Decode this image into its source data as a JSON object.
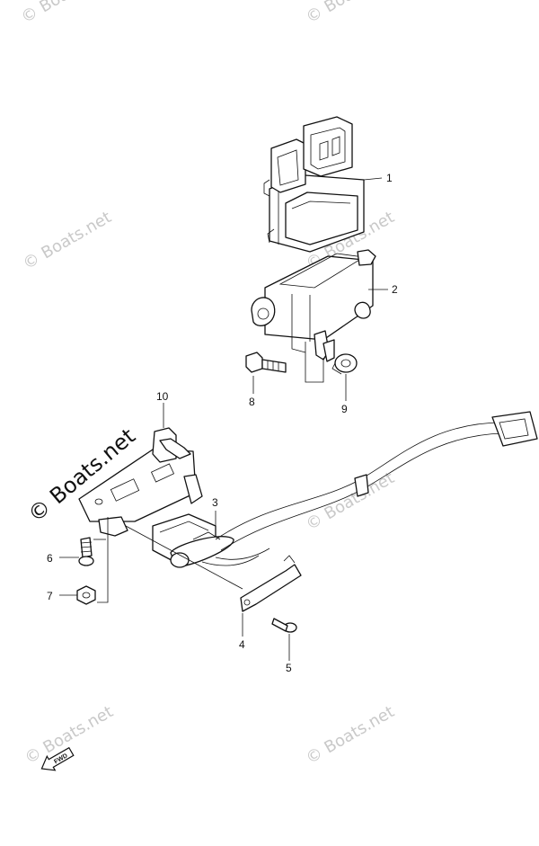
{
  "watermark": {
    "text": "© Boats.net"
  },
  "fwd_label": "FWD",
  "callouts": [
    {
      "id": "1",
      "label": "1"
    },
    {
      "id": "2",
      "label": "2"
    },
    {
      "id": "3",
      "label": "3"
    },
    {
      "id": "4",
      "label": "4"
    },
    {
      "id": "5",
      "label": "5"
    },
    {
      "id": "6",
      "label": "6"
    },
    {
      "id": "7",
      "label": "7"
    },
    {
      "id": "8",
      "label": "8"
    },
    {
      "id": "9",
      "label": "9"
    },
    {
      "id": "10",
      "label": "10"
    }
  ]
}
